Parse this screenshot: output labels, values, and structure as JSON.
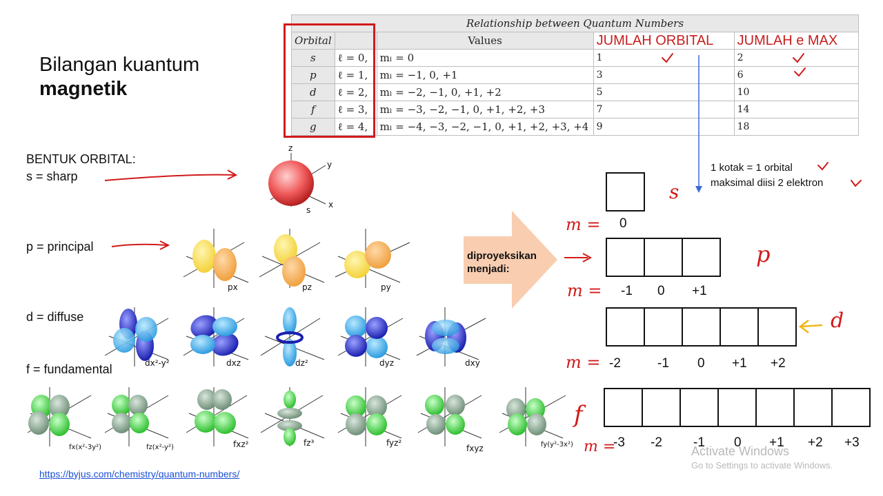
{
  "title": {
    "line1": "Bilangan kuantum",
    "line2": "magnetik"
  },
  "table": {
    "caption": "Relationship between Quantum Numbers",
    "headers": {
      "orbital": "Orbital",
      "values": "Values",
      "jumlah_orbital": "JUMLAH ORBITAL",
      "jumlah_e_max": "JUMLAH e MAX"
    },
    "rows": [
      {
        "orbital": "s",
        "l": "ℓ = 0,",
        "ml": "mₗ = 0",
        "count": "1",
        "emax": "2"
      },
      {
        "orbital": "p",
        "l": "ℓ = 1,",
        "ml": "mₗ = −1, 0, +1",
        "count": "3",
        "emax": "6"
      },
      {
        "orbital": "d",
        "l": "ℓ = 2,",
        "ml": "mₗ = −2, −1, 0, +1, +2",
        "count": "5",
        "emax": "10"
      },
      {
        "orbital": "f",
        "l": "ℓ = 3,",
        "ml": "mₗ = −3, −2, −1, 0, +1, +2, +3",
        "count": "7",
        "emax": "14"
      },
      {
        "orbital": "g",
        "l": "ℓ = 4,",
        "ml": "mₗ = −4, −3, −2, −1, 0, +1, +2, +3, +4",
        "count": "9",
        "emax": "18"
      }
    ]
  },
  "shapes": {
    "heading": "BENTUK ORBITAL:",
    "s": "s = sharp",
    "p": "p = principal",
    "d": "d = diffuse",
    "f": "f = fundamental"
  },
  "orbital_labels": {
    "s": "s",
    "p": [
      "px",
      "pz",
      "py"
    ],
    "d": [
      "dx²-y²",
      "dxz",
      "dz²",
      "dyz",
      "dxy"
    ],
    "f": [
      "fx(x²-3y²)",
      "fz(x²-y²)",
      "fxz²",
      "fz³",
      "fyz²",
      "fxyz",
      "fy(y²-3x²)"
    ]
  },
  "axes": {
    "x": "x",
    "y": "y",
    "z": "z"
  },
  "arrow_text": "diproyeksikan menjadi:",
  "note": {
    "line1": "1 kotak = 1 orbital",
    "line2": "maksimal diisi 2 elektron"
  },
  "m_label": "m =",
  "m_values": {
    "s": [
      "0"
    ],
    "p": [
      "-1",
      "0",
      "+1"
    ],
    "d": [
      "-2",
      "-1",
      "0",
      "+1",
      "+2"
    ],
    "f": [
      "-3",
      "-2",
      "-1",
      "0",
      "+1",
      "+2",
      "+3"
    ]
  },
  "hand_letters": {
    "s": "s",
    "p": "p",
    "d": "d",
    "f": "f"
  },
  "watermark": {
    "line1": "Activate Windows",
    "line2": "Go to Settings to activate Windows."
  },
  "link": "https://byjus.com/chemistry/quantum-numbers/",
  "colors": {
    "red": "#d11a1a",
    "blue": "#3a6bd6",
    "arrow_fill": "#f8cdb0"
  }
}
